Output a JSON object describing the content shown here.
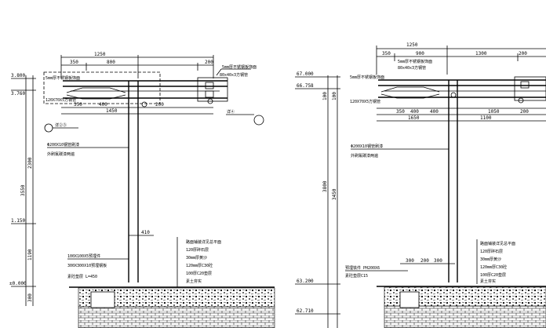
{
  "left_section": {
    "top_dims": [
      "1250",
      "350",
      "800",
      "200"
    ],
    "bottom_dims": [
      "350",
      "400",
      "1450",
      "200"
    ],
    "elev_labels": [
      "3.800",
      "3.760",
      "1.150",
      "±0.000"
    ],
    "vert_dims": [
      "2300",
      "3550",
      "1190",
      "300"
    ],
    "dim_410": "410",
    "roof_notes": [
      "5mm厚不锈钢板饰面",
      "80x40x3方钢管",
      "120X70X5方钢管"
    ],
    "callout_1": "详②③",
    "callout_2": "详④",
    "post_notes": [
      "Φ200X10钢管刷漆",
      "外刷氟碳漆两遍"
    ],
    "base_notes": [
      "100X100X5预埋件",
      "300X300X10预埋钢板",
      "素砼垫层 L=450"
    ],
    "layer_notes": [
      "路面铺装详见总平面",
      "120厚碎石层",
      "30mm厚黄沙",
      "120mm厚C30砼",
      "100厚C20垫层",
      "素土夯实"
    ]
  },
  "right_section": {
    "top_dims": [
      "1250",
      "350",
      "900",
      "1300",
      "200"
    ],
    "mid_dims": [
      "350",
      "400",
      "400",
      "1050",
      "200"
    ],
    "bot_dims": [
      "1650",
      "1100"
    ],
    "elev_labels": [
      "67.000",
      "66.758",
      "63.200",
      "62.710"
    ],
    "vert_dims": [
      "3800",
      "3450",
      "100",
      "100"
    ],
    "small_dims": [
      "300",
      "200",
      "300"
    ],
    "roof_notes": [
      "5mm厚不锈钢板饰面",
      "80x40x3方钢管",
      "120X70X5方钢管"
    ],
    "post_notes": [
      "Φ200X10钢管刷漆",
      "外刷氟碳漆两遍"
    ],
    "base_notes": [
      "预埋铁件 PH200X6",
      "素砼垫层C15"
    ],
    "layer_notes": [
      "路面铺装详见总平面",
      "120厚碎石层",
      "30mm厚黄沙",
      "120mm厚C30砼",
      "100厚C20垫层",
      "素土夯实"
    ]
  }
}
